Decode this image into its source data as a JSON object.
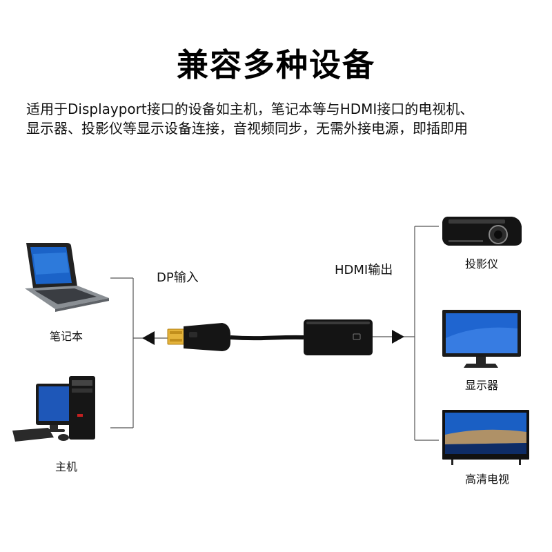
{
  "title": "兼容多种设备",
  "description": {
    "line1": "适用于Displayport接口的设备如主机，笔记本等与HDMI接口的电视机、",
    "line2": "显示器、投影仪等显示设备连接，音视频同步，无需外接电源，即插即用"
  },
  "input_label": "DP输入",
  "output_label": "HDMI输出",
  "sources": [
    {
      "label": "笔记本",
      "icon": "laptop-icon"
    },
    {
      "label": "主机",
      "icon": "desktop-pc-icon"
    }
  ],
  "outputs": [
    {
      "label": "投影仪",
      "icon": "projector-icon"
    },
    {
      "label": "显示器",
      "icon": "monitor-icon"
    },
    {
      "label": "高清电视",
      "icon": "tv-icon"
    }
  ],
  "colors": {
    "accent_gold": "#d9a21f",
    "cable_black": "#111111",
    "screen_blue": "#2a6fd6"
  }
}
